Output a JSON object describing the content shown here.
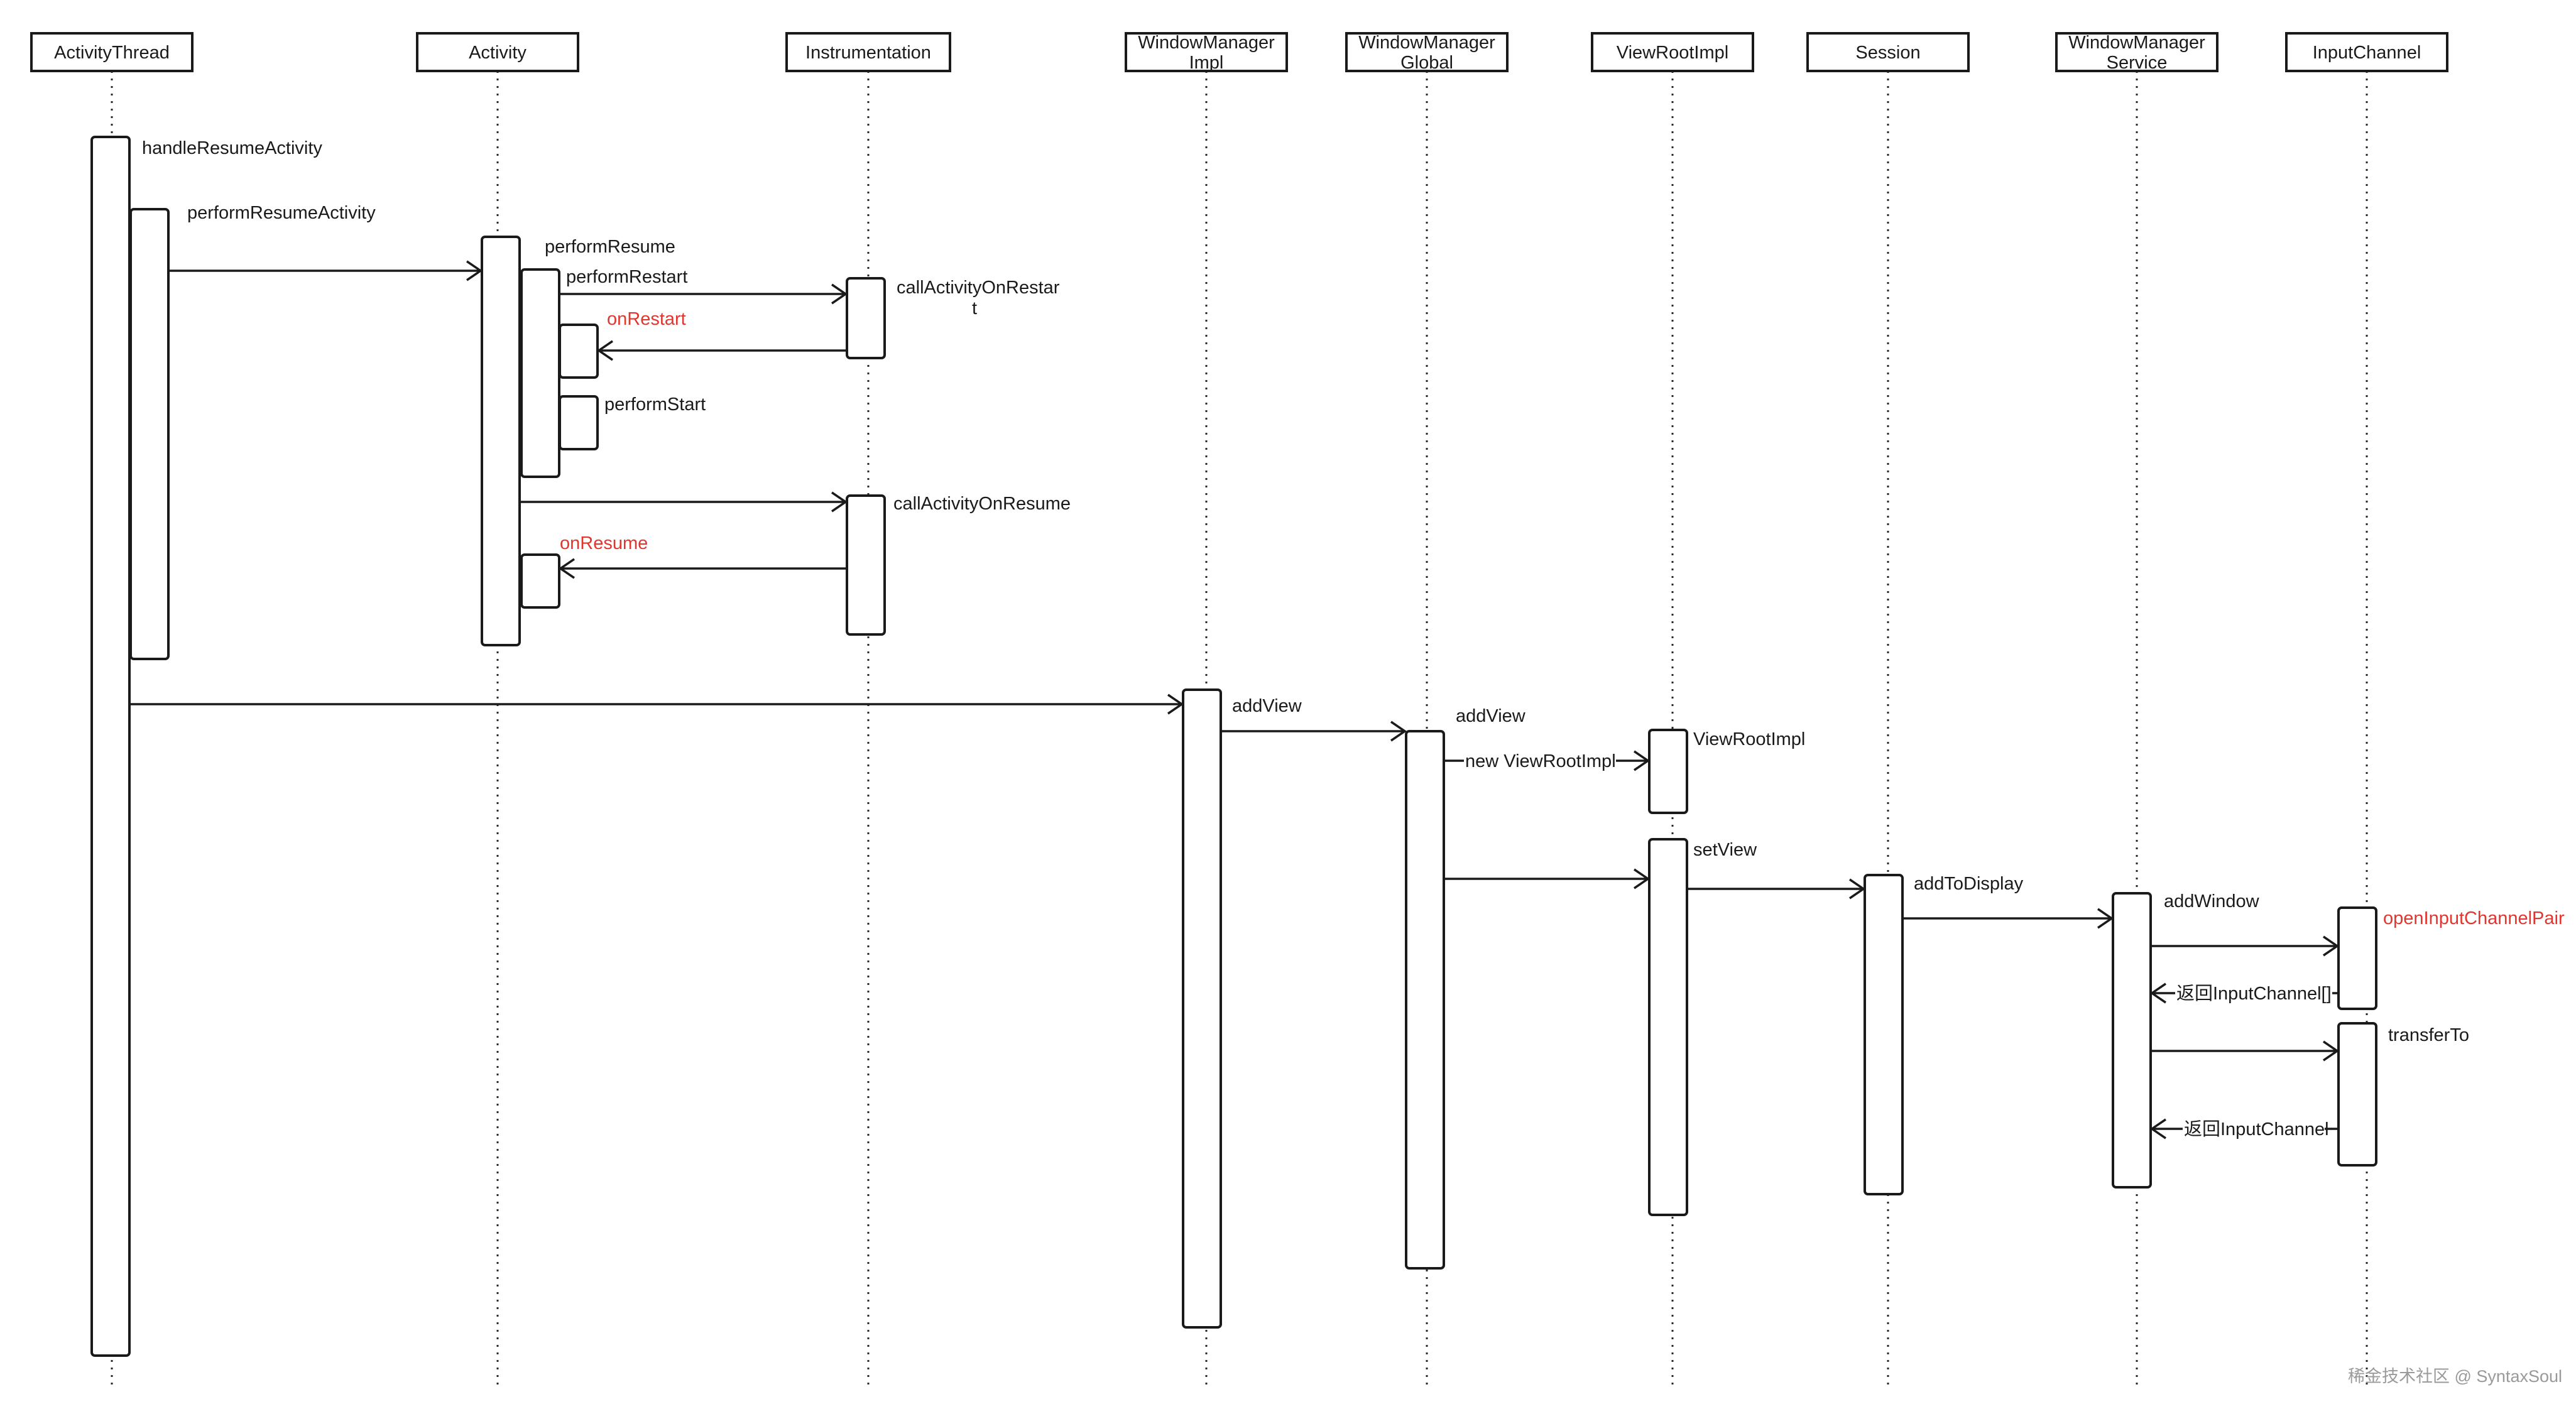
{
  "participants": [
    {
      "id": "activity_thread",
      "lines": [
        "ActivityThread"
      ]
    },
    {
      "id": "activity",
      "lines": [
        "Activity"
      ]
    },
    {
      "id": "instrumentation",
      "lines": [
        "Instrumentation"
      ]
    },
    {
      "id": "wm_impl",
      "lines": [
        "WindowManager",
        "Impl"
      ]
    },
    {
      "id": "wm_global",
      "lines": [
        "WindowManager",
        "Global"
      ]
    },
    {
      "id": "view_root_impl",
      "lines": [
        "ViewRootImpl"
      ]
    },
    {
      "id": "session",
      "lines": [
        "Session"
      ]
    },
    {
      "id": "wm_service",
      "lines": [
        "WindowManager",
        "Service"
      ]
    },
    {
      "id": "input_channel",
      "lines": [
        "InputChannel"
      ]
    }
  ],
  "labels": {
    "handle_resume_activity": "handleResumeActivity",
    "perform_resume_activity": "performResumeActivity",
    "perform_resume": "performResume",
    "perform_restart": "performRestart",
    "call_activity_on_restart_1": "callActivityOnRestar",
    "call_activity_on_restart_2": "t",
    "on_restart": "onRestart",
    "perform_start": "performStart",
    "call_activity_on_resume": "callActivityOnResume",
    "on_resume": "onResume",
    "add_view_impl": "addView",
    "add_view_global": "addView",
    "new_view_root_impl": "new ViewRootImpl",
    "view_root_impl_created": "ViewRootImpl",
    "set_view": "setView",
    "add_to_display": "addToDisplay",
    "add_window": "addWindow",
    "open_input_channel_pair": "openInputChannelPair",
    "return_input_channel_array": "返回InputChannel[]",
    "transfer_to": "transferTo",
    "return_input_channel": "返回InputChannel"
  },
  "watermark": "稀金技术社区 @ SyntaxSoul",
  "colors": {
    "line": "#1a1a1a",
    "highlight": "#e0362f",
    "watermark": "#9a9a9a"
  }
}
